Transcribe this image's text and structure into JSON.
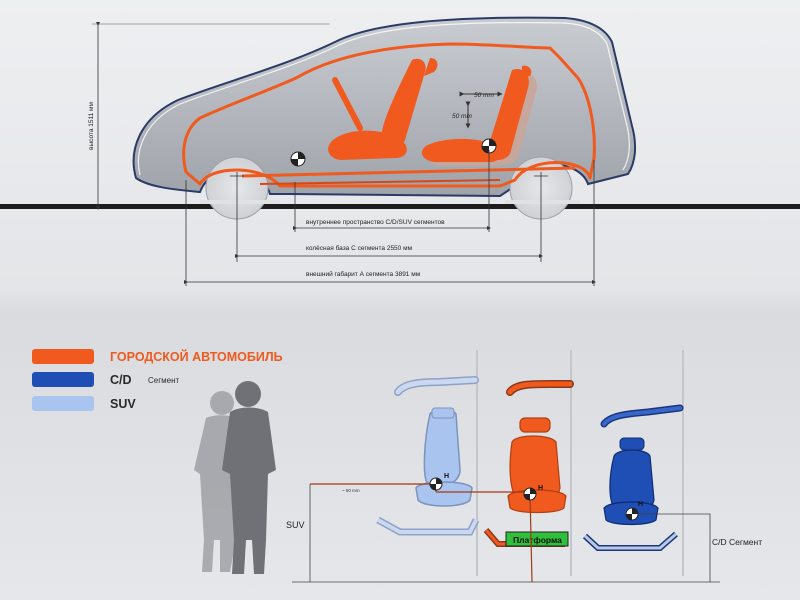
{
  "dimensions": {
    "height_label": "высота 1511 мм",
    "offset_horizontal": "50 mm",
    "offset_vertical": "50 mm",
    "interior_label": "внутреннее пространство  C/D/SUV сегментов",
    "wheelbase_label": "колёсная база С сегмента  2550 мм",
    "overall_label": "внешний габарит  А сегмента 3891 мм"
  },
  "legend": {
    "items": [
      {
        "label": "ГОРОДСКОЙ АВТОМОБИЛЬ",
        "sub": "",
        "color": "#f05a1e",
        "text_color": "#f05a1e"
      },
      {
        "label": "C/D",
        "sub": "Сегмент",
        "color": "#1f4fb4",
        "text_color": "#2a2a2a"
      },
      {
        "label": "SUV",
        "sub": "",
        "color": "#a9c4ef",
        "text_color": "#2a2a2a"
      }
    ]
  },
  "bottom": {
    "suv_label": "SUV",
    "cd_label": "C/D  Сегмент",
    "platform_label": "Платформа",
    "h_point_label": "H",
    "offset_label": "~ 50 mm"
  },
  "colors": {
    "orange": "#f05a1e",
    "blue": "#1f4fb4",
    "light_blue": "#a9c4ef",
    "car_body": "#b9bcc2",
    "platform_green": "#2fbf3a"
  }
}
